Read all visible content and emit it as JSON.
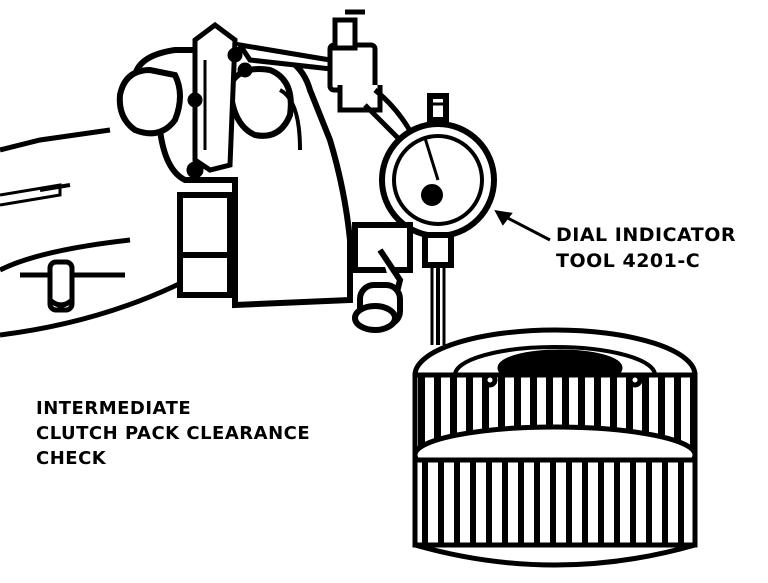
{
  "callouts": {
    "dial_indicator": {
      "line1": "DIAL INDICATOR",
      "line2": "TOOL 4201-C"
    }
  },
  "caption": {
    "line1": "INTERMEDIATE",
    "line2": "CLUTCH PACK CLEARANCE",
    "line3": "CHECK"
  },
  "colors": {
    "ink": "#000000",
    "paper": "#ffffff"
  }
}
